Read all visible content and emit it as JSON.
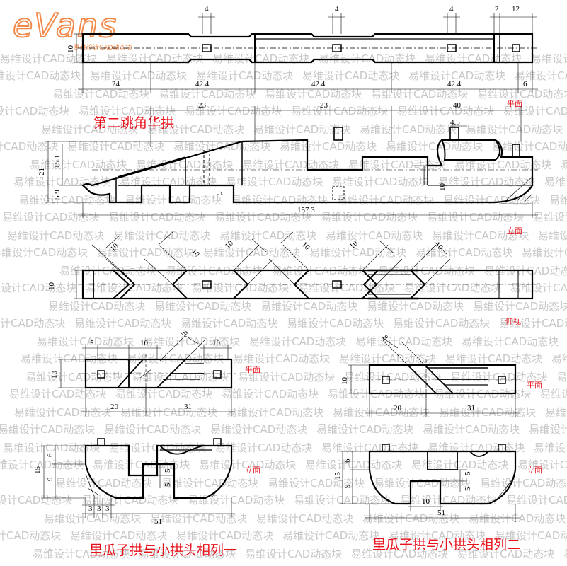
{
  "logo": {
    "mark": "eVans",
    "subtitle": "易维设计CAD动态块"
  },
  "watermark": {
    "text": "易维设计CAD动态块"
  },
  "titles": {
    "section1": "第二跳角华拱",
    "section2": "里瓜子拱与小拱头相列一",
    "section3": "里瓜子拱与小拱头相列二"
  },
  "views": {
    "plan": "平面",
    "elevation": "立面",
    "bottom": "仰视"
  },
  "dims": {
    "top_4a": "4",
    "top_4b": "4",
    "top_4c": "4",
    "top_2": "2",
    "top_12": "12",
    "top_10": "10",
    "top_24": "24",
    "top_42a": "42.4",
    "top_42b": "42.4",
    "top_42c": "42.4",
    "top_6": "6",
    "el_23a": "23",
    "el_23b": "23",
    "el_40": "40",
    "el_45": "4.5",
    "el_21": "21",
    "el_151": "15.1",
    "el_59": "5.9",
    "el_5": "5",
    "el_10": "10",
    "el_1573": "157.3",
    "bv_10a": "10",
    "bv_10b": "10",
    "bv_10c": "10",
    "bv_10d": "10",
    "bv_10e": "10",
    "bv_10f": "10",
    "bv_side": "10",
    "l_5": "5",
    "l_10a": "10",
    "l_8": "8",
    "l_10b": "10",
    "l_side": "10",
    "l_20": "20",
    "l_31": "31",
    "l_15": "15",
    "l_6": "6",
    "l_9": "9",
    "l_55a": "5",
    "l_55b": "5",
    "l_3a": "3",
    "l_3b": "3",
    "l_3c": "3",
    "l_51": "51",
    "r_8": "8",
    "r_side": "10",
    "r_20": "20",
    "r_31": "31",
    "r_15": "15",
    "r_6": "6",
    "r_9": "9",
    "r_5a": "5",
    "r_5b": "5",
    "r_10": "10",
    "r_51": "51"
  }
}
